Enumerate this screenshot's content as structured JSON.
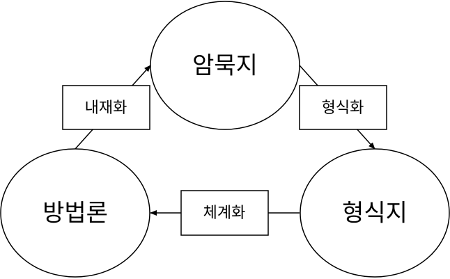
{
  "diagram": {
    "nodes": [
      {
        "id": "tacit",
        "label": "암묵지"
      },
      {
        "id": "explicit",
        "label": "형식지"
      },
      {
        "id": "method",
        "label": "방법론"
      }
    ],
    "edges": [
      {
        "from": "tacit",
        "to": "explicit",
        "label": "형식화"
      },
      {
        "from": "explicit",
        "to": "method",
        "label": "체계화"
      },
      {
        "from": "method",
        "to": "tacit",
        "label": "내재화"
      }
    ],
    "colors": {
      "stroke": "#000000",
      "fill": "#ffffff"
    }
  }
}
